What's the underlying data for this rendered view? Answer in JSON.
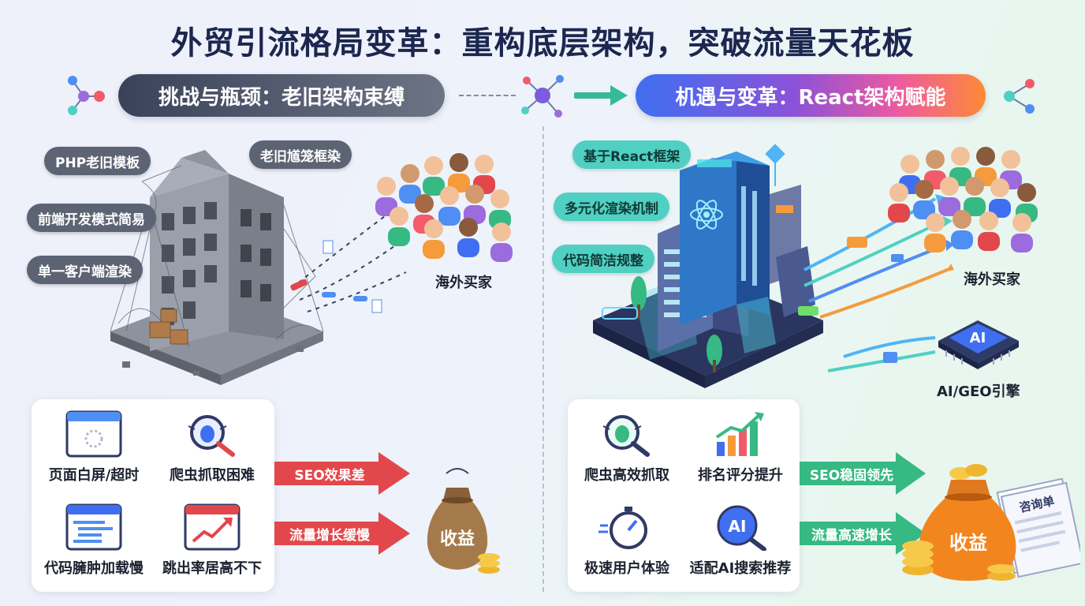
{
  "title": "外贸引流格局变革：重构底层架构，突破流量天花板",
  "left": {
    "banner": "挑战与瓶颈：老旧架构束缚",
    "tags": [
      "PHP老旧模板",
      "老旧馗笼框染",
      "前端开发模式简易",
      "单一客户端渲染"
    ],
    "audience_label": "海外买家",
    "problems": [
      "页面白屏/超时",
      "爬虫抓取困难",
      "代码臃肿加载慢",
      "跳出率居高不下"
    ],
    "arrows": [
      "SEO效果差",
      "流量增长缓慢"
    ],
    "bag_label": "收益"
  },
  "right": {
    "banner": "机遇与变革：React架构赋能",
    "tags": [
      "基于React框架",
      "多元化渲染机制",
      "代码简洁规整"
    ],
    "audience_label": "海外买家",
    "engine_label": "AI/GEO引擎",
    "chip_text": "AI",
    "benefits": [
      "爬虫高效抓取",
      "排名评分提升",
      "极速用户体验",
      "适配AI搜索推荐"
    ],
    "ai_icon_text": "AI",
    "arrows": [
      "SEO稳固领先",
      "流量高速增长"
    ],
    "bag_label": "收益",
    "doc_label": "咨询单"
  },
  "colors": {
    "title": "#1c2750",
    "bad_arrow": "#e2474b",
    "good_arrow": "#36b982",
    "teal_tag": "#4fd0c2",
    "dark_tag": "#5c6373"
  },
  "icons": [
    "share-node-icon",
    "hub-node-icon",
    "right-arrow-icon",
    "spinner-window-icon",
    "bug-magnifier-icon",
    "code-window-icon",
    "trend-chart-window-icon",
    "stopwatch-icon",
    "bar-growth-icon",
    "ai-magnifier-icon",
    "money-bag-icon",
    "coin-stack-icon"
  ]
}
